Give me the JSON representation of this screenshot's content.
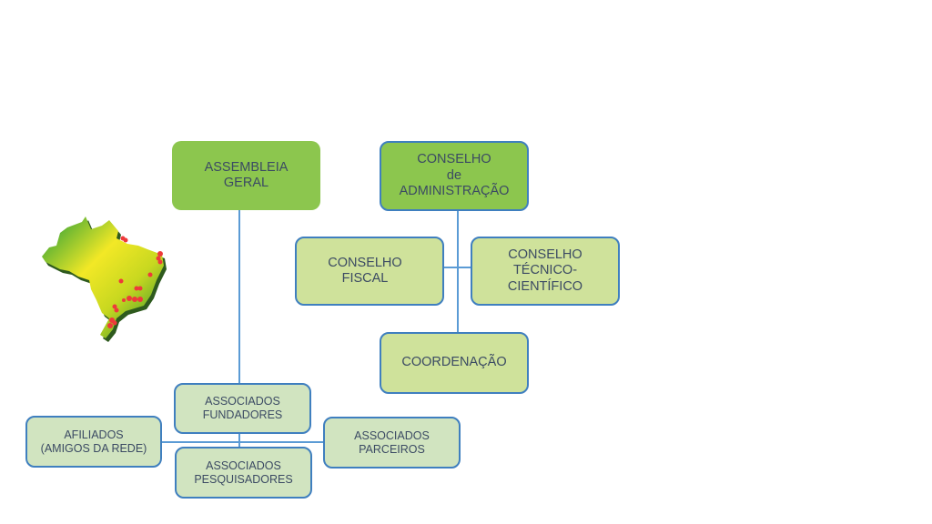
{
  "assembleia": {
    "line1": "ASSEMBLEIA",
    "line2": "GERAL"
  },
  "conselho_admin": {
    "line1": "CONSELHO",
    "line2": "de",
    "line3": "ADMINISTRAÇÃO"
  },
  "conselho_fiscal": {
    "line1": "CONSELHO",
    "line2": "FISCAL"
  },
  "conselho_tecnico": {
    "line1": "CONSELHO",
    "line2": "TÉCNICO-",
    "line3": "CIENTÍFICO"
  },
  "coordenacao": {
    "label": "COORDENAÇÃO"
  },
  "fundadores": {
    "line1": "ASSOCIADOS",
    "line2": "FUNDADORES"
  },
  "pesquisadores": {
    "line1": "ASSOCIADOS",
    "line2": "PESQUISADORES"
  },
  "afiliados": {
    "line1": "AFILIADOS",
    "line2": "(AMIGOS DA REDE)"
  },
  "parceiros": {
    "line1": "ASSOCIADOS",
    "line2": "PARCEIROS"
  },
  "colors": {
    "dark_green": "#8cc64e",
    "lime": "#cfe29b",
    "pale": "#d1e4c0",
    "border": "#3f7fbf",
    "line": "#5b9bd5",
    "text": "#3b4a63"
  }
}
